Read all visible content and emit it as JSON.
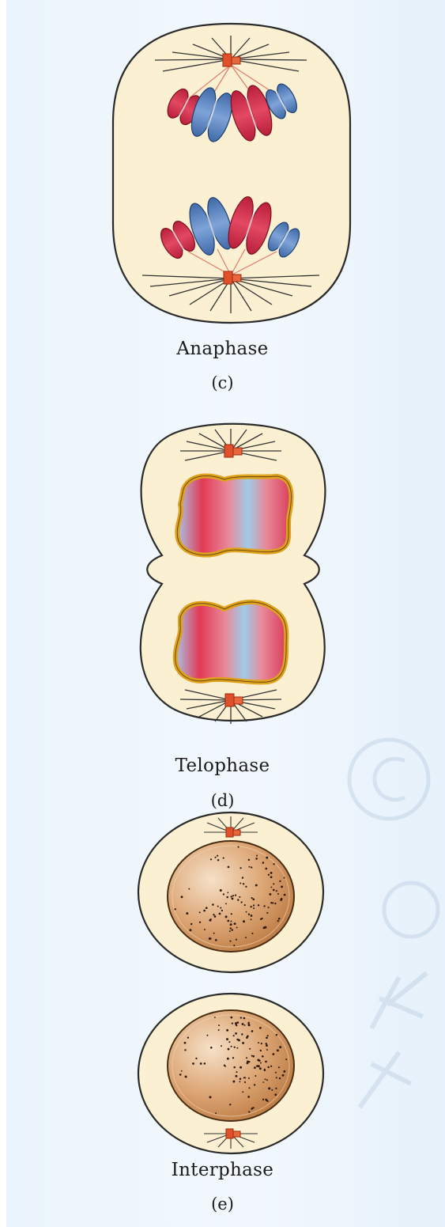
{
  "figure": {
    "stages": [
      {
        "name": "Anaphase",
        "letter": "(c)"
      },
      {
        "name": "Telophase",
        "letter": "(d)"
      },
      {
        "name": "Interphase",
        "letter": "(e)"
      }
    ],
    "watermark": "© not to"
  },
  "colors": {
    "background": "#eaf4fc",
    "cytoplasm": "#fbf0d2",
    "cell_outline": "#2b2b2b",
    "chromosome_red": "#d8344f",
    "chromosome_blue": "#5a86c4",
    "centriole": "#e0502a",
    "spindle_fiber": "#e07a6a",
    "nuclear_envelope": "#e0a21c",
    "nucleus_brown": "#c98a52"
  }
}
